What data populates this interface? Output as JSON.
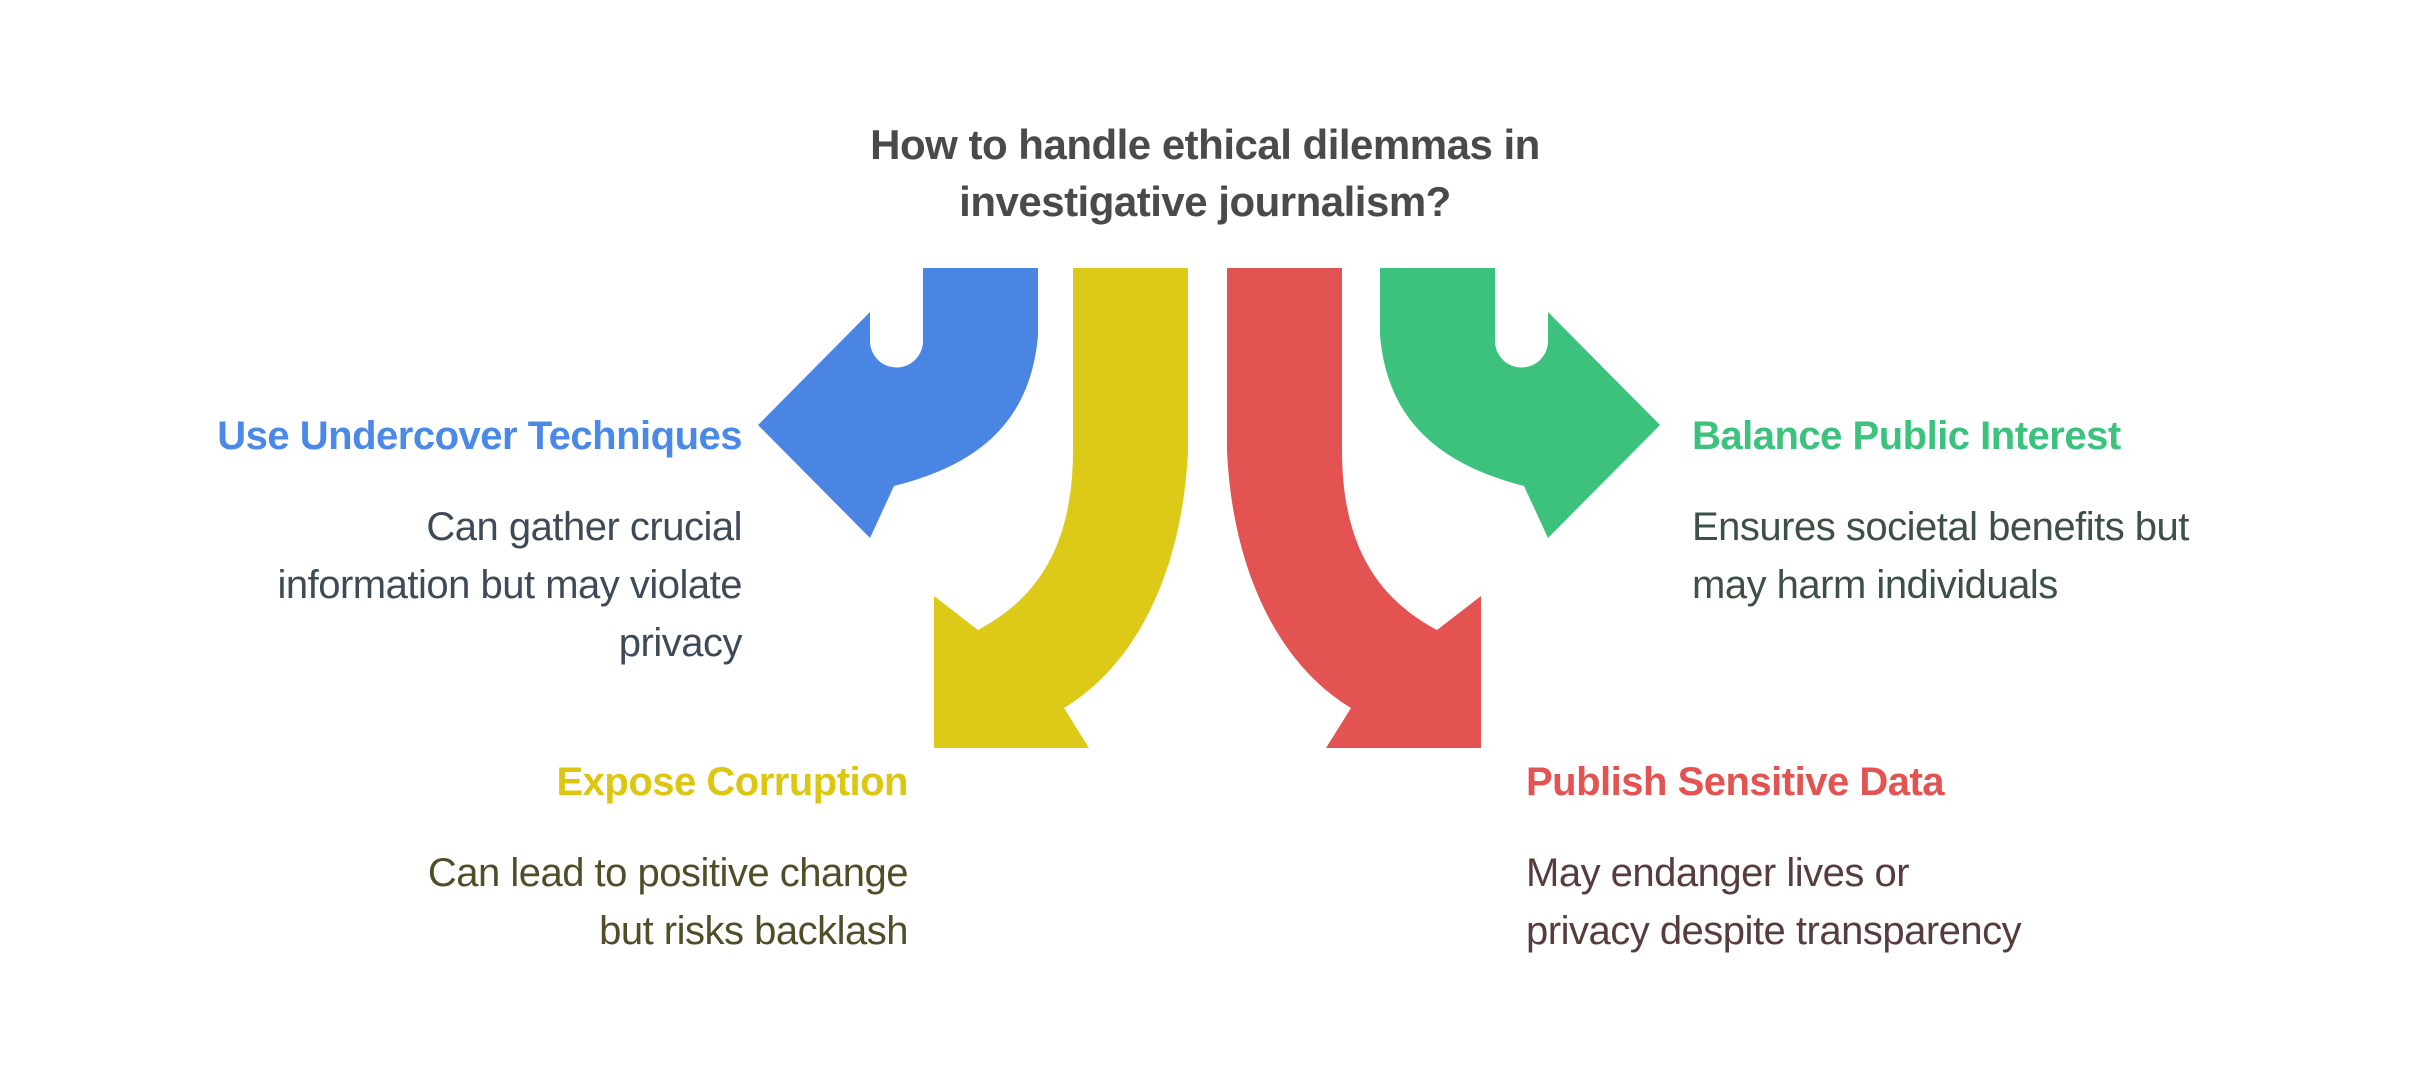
{
  "title": {
    "lines": [
      "How to handle ethical dilemmas in",
      "investigative journalism?"
    ],
    "color": "#4a4a4a"
  },
  "options": [
    {
      "heading": "Use Undercover Techniques",
      "desc_lines": [
        "Can gather crucial",
        "information but may violate",
        "privacy"
      ],
      "heading_color": "#4a89e8",
      "desc_color": "#3f4a59",
      "arrow_color": "#4a85e3",
      "arrow_direction": "left",
      "position": "middle-left"
    },
    {
      "heading": "Expose Corruption",
      "desc_lines": [
        "Can lead to positive change",
        "but risks backlash"
      ],
      "heading_color": "#ddc60f",
      "desc_color": "#514d28",
      "arrow_color": "#dcc918",
      "arrow_direction": "down-left",
      "position": "bottom-left"
    },
    {
      "heading": "Publish Sensitive Data",
      "desc_lines": [
        "May endanger lives or",
        "privacy despite transparency"
      ],
      "heading_color": "#e25351",
      "desc_color": "#573c3d",
      "arrow_color": "#e25352",
      "arrow_direction": "down-right",
      "position": "bottom-right"
    },
    {
      "heading": "Balance Public Interest",
      "desc_lines": [
        "Ensures societal benefits but",
        "may harm individuals"
      ],
      "heading_color": "#3dc27e",
      "desc_color": "#3d5046",
      "arrow_color": "#3dc27e",
      "arrow_direction": "right",
      "position": "middle-right"
    }
  ]
}
